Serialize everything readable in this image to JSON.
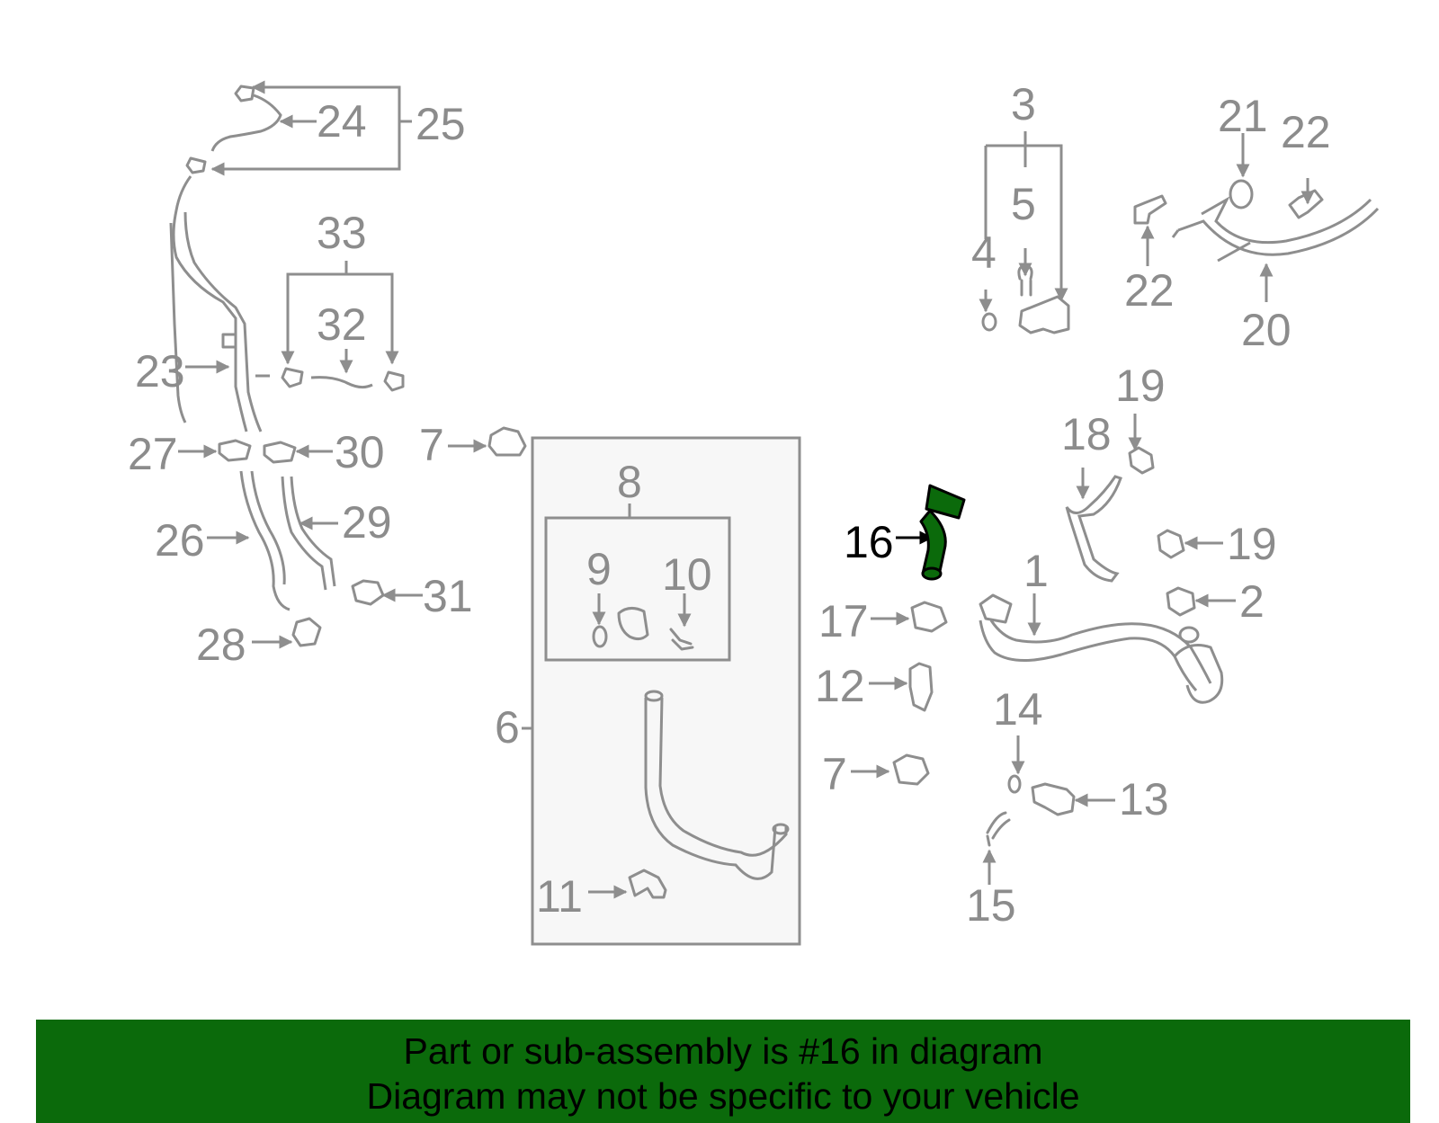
{
  "diagram": {
    "highlight_color": "#0b6a0b",
    "callouts": [
      {
        "id": "c3",
        "label": "3"
      },
      {
        "id": "c4",
        "label": "4"
      },
      {
        "id": "c5",
        "label": "5"
      },
      {
        "id": "c21",
        "label": "21"
      },
      {
        "id": "c22a",
        "label": "22"
      },
      {
        "id": "c22b",
        "label": "22"
      },
      {
        "id": "c20",
        "label": "20"
      },
      {
        "id": "c24",
        "label": "24"
      },
      {
        "id": "c25",
        "label": "25"
      },
      {
        "id": "c33",
        "label": "33"
      },
      {
        "id": "c32",
        "label": "32"
      },
      {
        "id": "c23",
        "label": "23"
      },
      {
        "id": "c27",
        "label": "27"
      },
      {
        "id": "c30",
        "label": "30"
      },
      {
        "id": "c26",
        "label": "26"
      },
      {
        "id": "c29",
        "label": "29"
      },
      {
        "id": "c31",
        "label": "31"
      },
      {
        "id": "c28",
        "label": "28"
      },
      {
        "id": "c7a",
        "label": "7"
      },
      {
        "id": "c8",
        "label": "8"
      },
      {
        "id": "c9",
        "label": "9"
      },
      {
        "id": "c10",
        "label": "10"
      },
      {
        "id": "c6",
        "label": "6"
      },
      {
        "id": "c11",
        "label": "11"
      },
      {
        "id": "c16",
        "label": "16"
      },
      {
        "id": "c17",
        "label": "17"
      },
      {
        "id": "c12",
        "label": "12"
      },
      {
        "id": "c7b",
        "label": "7"
      },
      {
        "id": "c19a",
        "label": "19"
      },
      {
        "id": "c18",
        "label": "18"
      },
      {
        "id": "c19b",
        "label": "19"
      },
      {
        "id": "c1",
        "label": "1"
      },
      {
        "id": "c2",
        "label": "2"
      },
      {
        "id": "c14",
        "label": "14"
      },
      {
        "id": "c13",
        "label": "13"
      },
      {
        "id": "c15",
        "label": "15"
      }
    ]
  },
  "banner": {
    "line1": "Part or sub-assembly is #16 in diagram",
    "line2": "Diagram may not be specific to your vehicle"
  }
}
